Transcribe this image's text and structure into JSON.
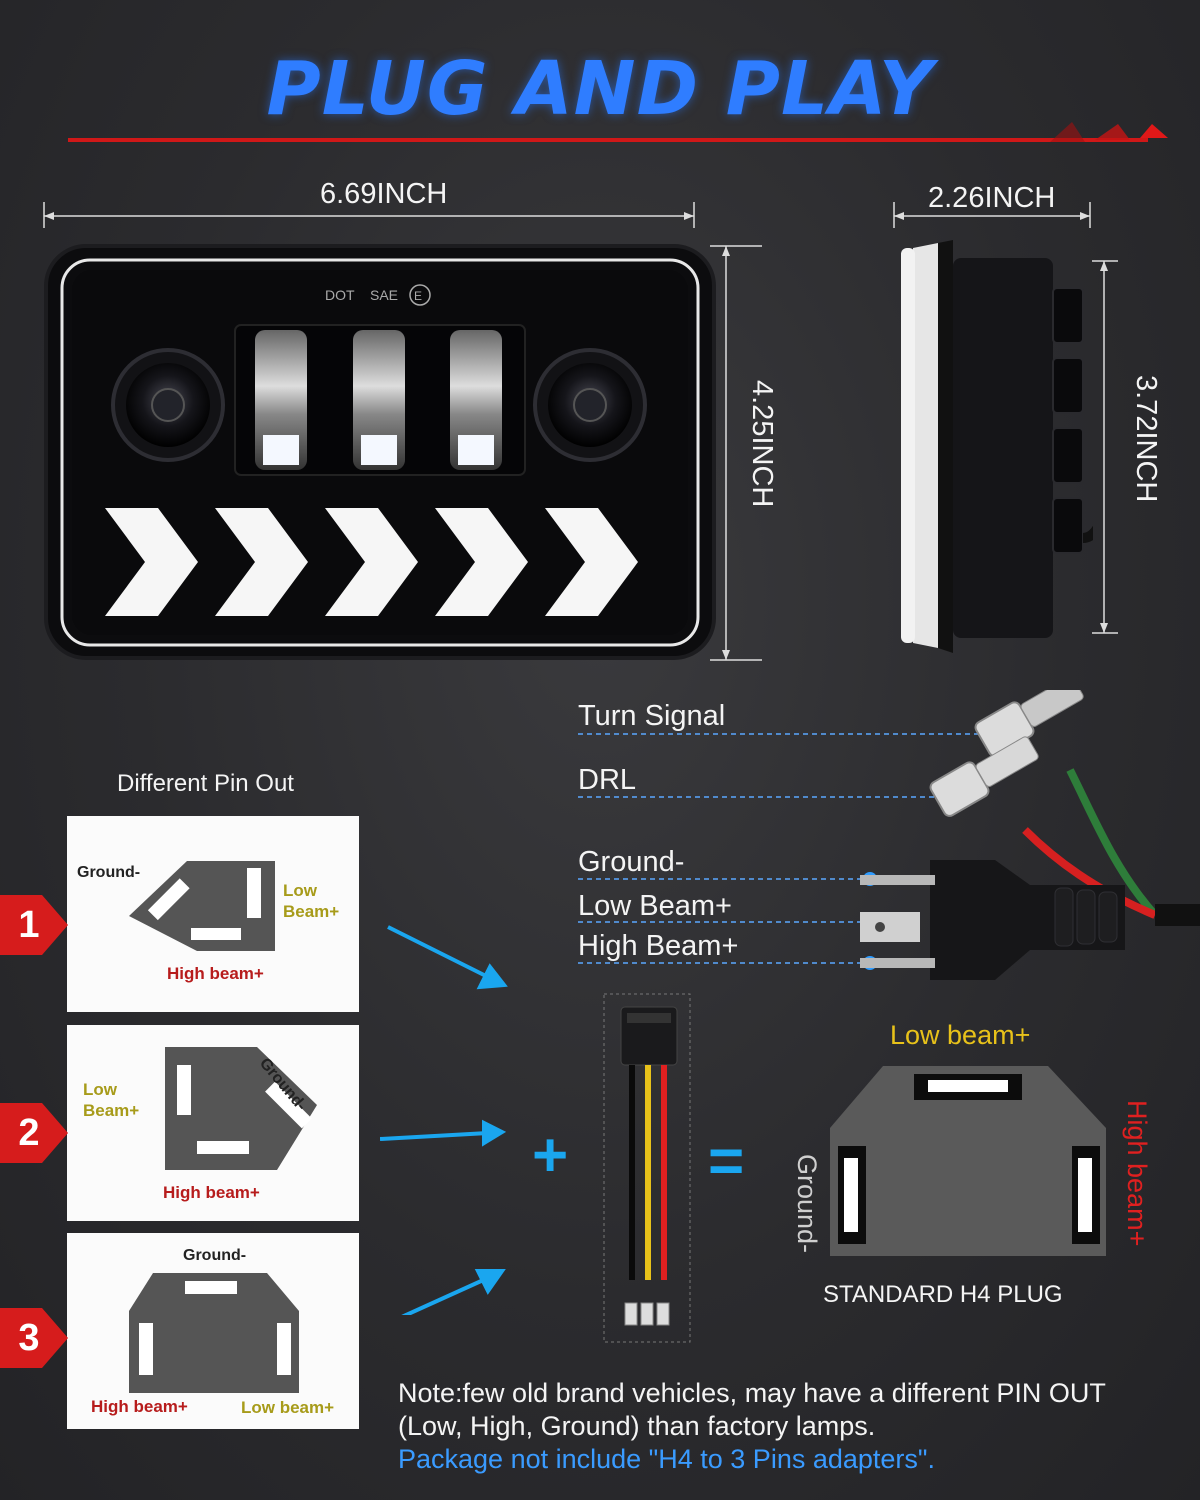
{
  "title": "PLUG AND PLAY",
  "dimensions": {
    "front_width": "6.69INCH",
    "front_height": "4.25INCH",
    "side_depth": "2.26INCH",
    "side_height": "3.72INCH"
  },
  "lamp_marking": "DOT  SAE  E",
  "wires": {
    "turn_signal": "Turn Signal",
    "drl": "DRL",
    "ground": "Ground-",
    "low_beam": "Low Beam+",
    "high_beam": "High Beam+"
  },
  "pin_out_title": "Different Pin Out",
  "pin_outs": [
    {
      "number": "1",
      "ground": "Ground-",
      "low": "Low\nBeam+",
      "high": "High beam+"
    },
    {
      "number": "2",
      "ground": "Ground-",
      "low": "Low\nBeam+",
      "high": "High beam+"
    },
    {
      "number": "3",
      "ground": "Ground-",
      "low": "Low beam+",
      "high": "High beam+"
    }
  ],
  "operators": {
    "plus": "+",
    "equals": "="
  },
  "standard_plug": {
    "low": "Low beam+",
    "ground": "Ground-",
    "high": "High beam+",
    "caption": "STANDARD H4 PLUG"
  },
  "note": {
    "line1": "Note:few old brand vehicles, may have a different PIN OUT",
    "line2": "(Low, High, Ground) than factory lamps.",
    "line3_blue": "Package not include \"H4 to 3 Pins adapters\"."
  },
  "colors": {
    "title_blue": "#2f7dff",
    "accent_red": "#d01818",
    "arrow_blue": "#1aa6ef",
    "wire_yellow": "#e8c21a",
    "wire_red": "#e02020",
    "plug_gray": "#5a5a5a"
  }
}
